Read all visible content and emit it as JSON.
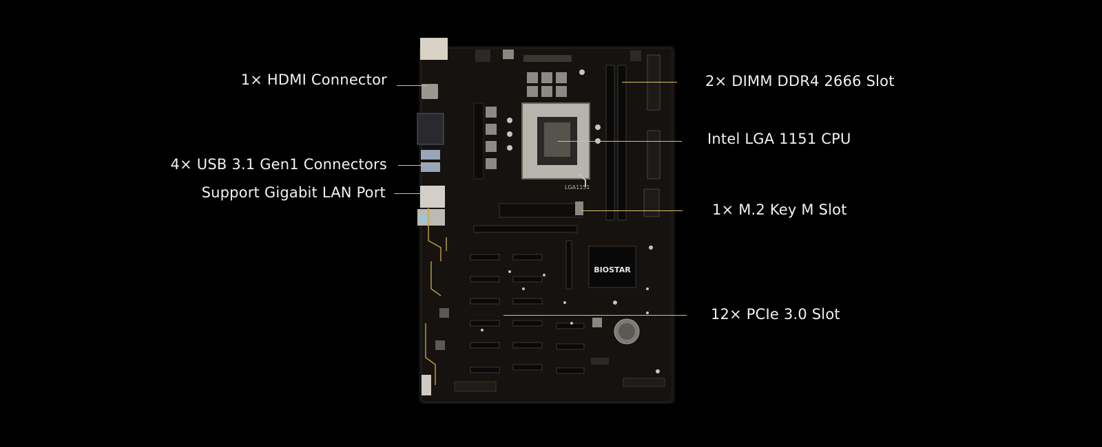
{
  "callouts": {
    "hdmi": "1× HDMI Connector",
    "usb": "4× USB 3.1 Gen1 Connectors",
    "lan": "Support Gigabit LAN Port",
    "dimm": "2× DIMM DDR4 2666 Slot",
    "cpu": "Intel LGA 1151 CPU",
    "m2": "1× M.2 Key M Slot",
    "pcie": "12× PCIe 3.0 Slot"
  },
  "board": {
    "brand_logo": "BIOSTAR",
    "socket_marking": "LGA1151"
  },
  "colors": {
    "background": "#000000",
    "pcb": "#151210",
    "trace_gold": "#c9a53a",
    "leader_line": "#d9c66a",
    "label_text": "#f2f2f2"
  },
  "icons": {
    "hdmi": "hdmi-port-icon",
    "vga": "vga-port-icon",
    "usb": "usb-port-icon",
    "lan": "ethernet-port-icon"
  }
}
